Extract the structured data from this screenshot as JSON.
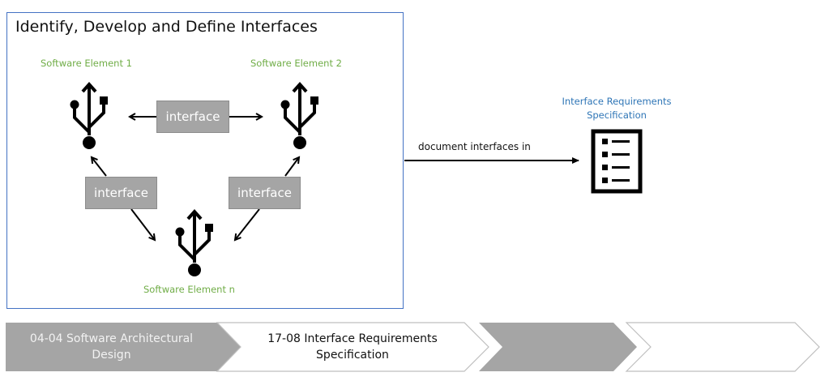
{
  "diagram": {
    "title": "Identify, Develop and Define Interfaces",
    "elements": [
      {
        "label": "Software Element 1",
        "icon": "usb-icon"
      },
      {
        "label": "Software Element 2",
        "icon": "usb-icon"
      },
      {
        "label": "Software Element n",
        "icon": "usb-icon"
      }
    ],
    "interfaces": [
      {
        "label": "interface"
      },
      {
        "label": "interface"
      },
      {
        "label": "interface"
      }
    ],
    "connector_label": "document interfaces in",
    "output": {
      "label_line1": "Interface Requirements",
      "label_line2": "Specification",
      "icon": "document-list-icon"
    },
    "process_chevrons": [
      {
        "line1": "04-04 Software Architectural",
        "line2": "Design",
        "style": "filled"
      },
      {
        "line1": "17-08 Interface Requirements",
        "line2": "Specification",
        "style": "outline"
      },
      {
        "line1": "",
        "line2": "",
        "style": "filled"
      },
      {
        "line1": "",
        "line2": "",
        "style": "outline"
      }
    ],
    "colors": {
      "frame": "#4472c4",
      "element_label": "#70ad47",
      "output_label": "#2e75b6",
      "interface_fill": "#a5a5a5",
      "chevron_fill": "#a5a5a5",
      "chevron_outline": "#bfbfbf"
    }
  }
}
